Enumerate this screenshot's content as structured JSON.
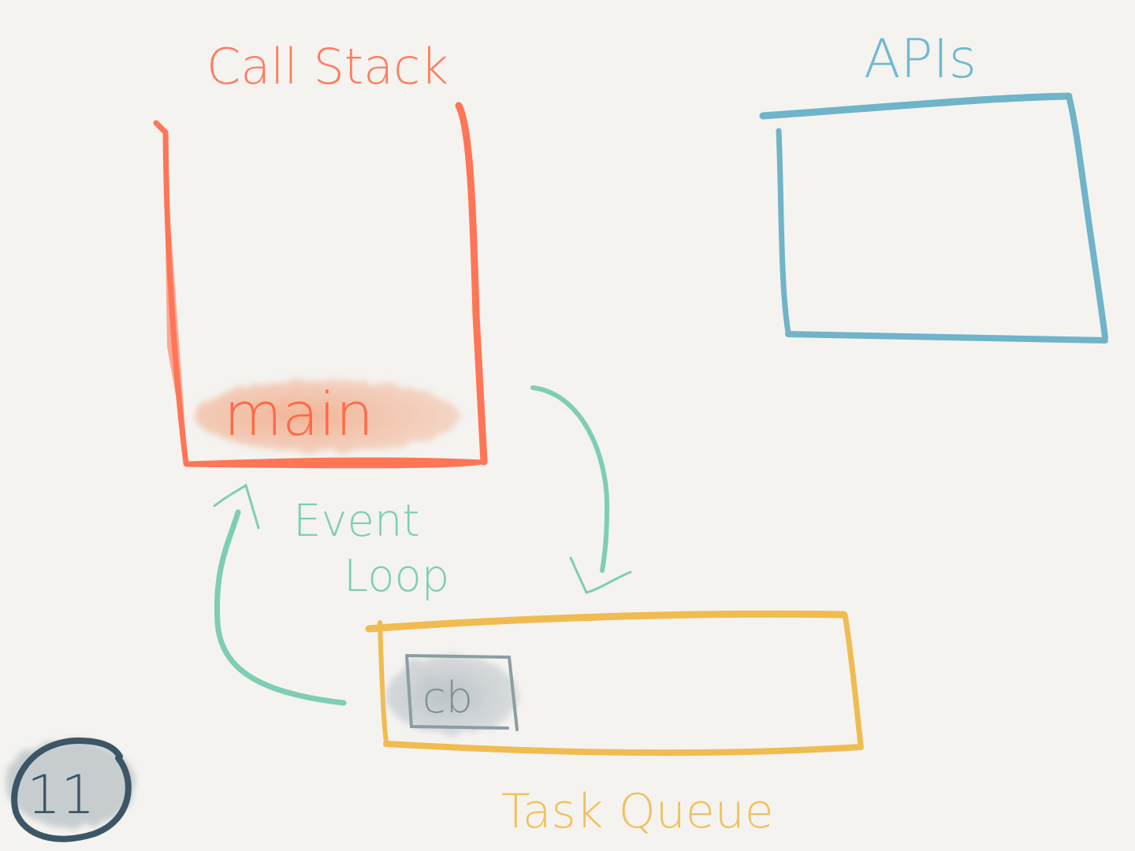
{
  "diagram": {
    "slide_number": "11",
    "call_stack": {
      "title": "Call Stack",
      "frames": [
        "main"
      ],
      "color": "#ff7556"
    },
    "apis": {
      "title": "APIs",
      "items": [],
      "color": "#6fb4c8"
    },
    "event_loop": {
      "label_line1": "Event",
      "label_line2": "Loop",
      "color": "#7ecdb5"
    },
    "task_queue": {
      "title": "Task Queue",
      "items": [
        "cb"
      ],
      "color": "#f0bb50"
    },
    "badge_color": "#3c5666"
  }
}
